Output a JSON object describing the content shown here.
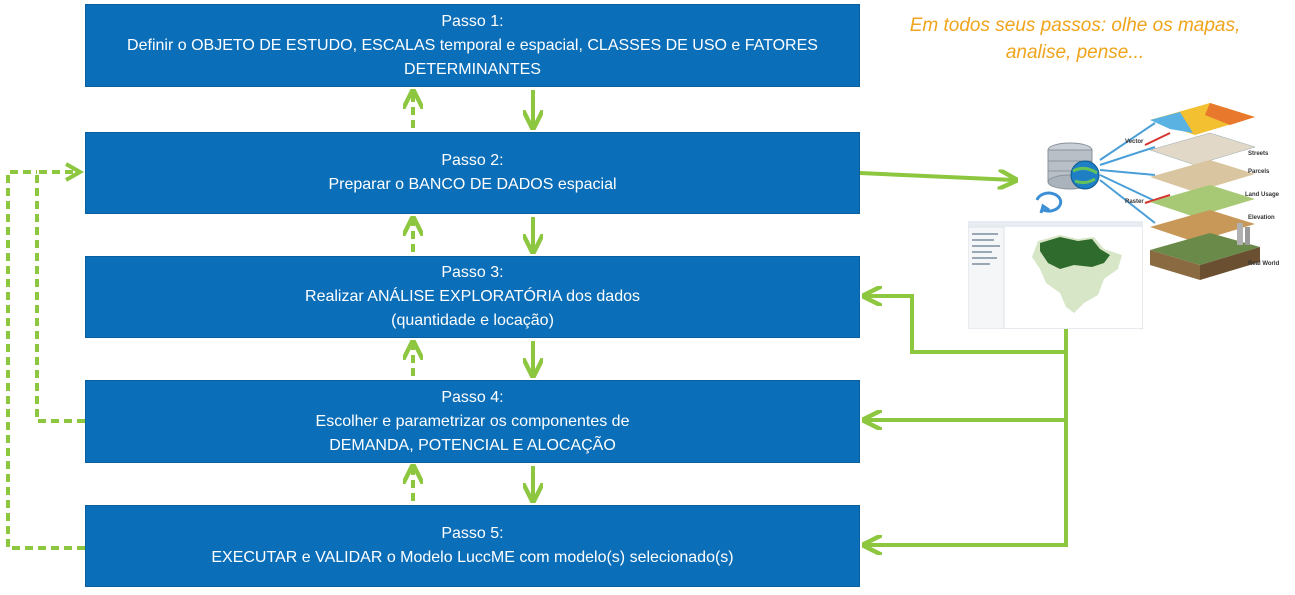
{
  "steps": [
    {
      "title": "Passo 1:",
      "line1": "Definir o OBJETO DE ESTUDO, ESCALAS temporal e espacial, CLASSES DE USO e FATORES",
      "line2": "DETERMINANTES"
    },
    {
      "title": "Passo 2:",
      "line1": "Preparar o BANCO DE DADOS espacial",
      "line2": ""
    },
    {
      "title": "Passo 3:",
      "line1": "Realizar ANÁLISE EXPLORATÓRIA dos dados",
      "line2": "(quantidade e locação)"
    },
    {
      "title": "Passo 4:",
      "line1": "Escolher e parametrizar os componentes de",
      "line2": "DEMANDA, POTENCIAL E ALOCAÇÃO"
    },
    {
      "title": "Passo 5:",
      "line1": "EXECUTAR e VALIDAR o Modelo LuccME com modelo(s) selecionado(s)",
      "line2": ""
    }
  ],
  "note": {
    "line1": "Em todos seus passos:  olhe os mapas,",
    "line2": "analise, pense..."
  },
  "gis_illustration": {
    "labels": [
      "Vector",
      "Raster",
      "Streets",
      "Parcels",
      "Land Usage",
      "Elevation",
      "Real World"
    ]
  },
  "colors": {
    "box": "#0b6eb8",
    "arrow": "#8dc63f",
    "note": "#f0a41c"
  },
  "icons": [
    "database-icon",
    "globe-icon",
    "refresh-icon"
  ]
}
